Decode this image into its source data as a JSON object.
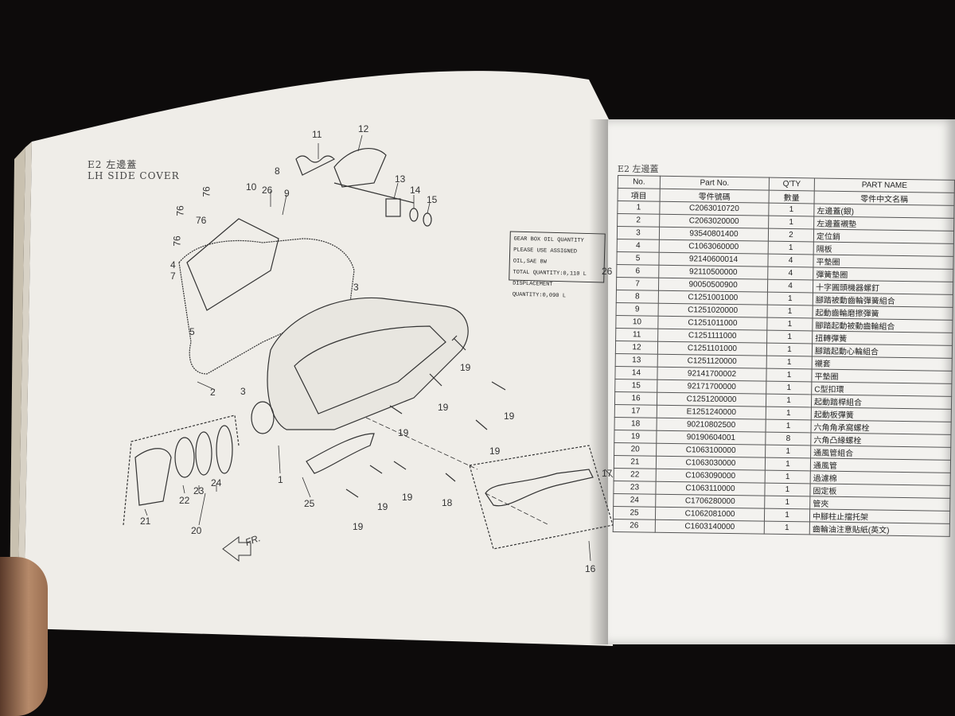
{
  "left_page": {
    "title_zh": "E2 左邊蓋",
    "title_en": "LH SIDE COVER",
    "fr_arrow_label": "FR.",
    "callouts": [
      "1",
      "2",
      "3",
      "3",
      "4",
      "5",
      "7",
      "8",
      "9",
      "10",
      "11",
      "12",
      "13",
      "14",
      "15",
      "16",
      "17",
      "18",
      "19",
      "19",
      "19",
      "19",
      "19",
      "19",
      "19",
      "19",
      "20",
      "21",
      "22",
      "23",
      "24",
      "25",
      "26",
      "76",
      "76",
      "76",
      "76"
    ],
    "label_box": {
      "lines": [
        "GEAR BOX OIL QUANTITY",
        "PLEASE USE ASSIGNED OIL,SAE 8W",
        "TOTAL QUANTITY:0,110 L",
        "DISPLACEMENT QUANTITY:0,090 L"
      ]
    }
  },
  "right_page": {
    "title": "E2 左邊蓋",
    "headers_en": [
      "No.",
      "Part No.",
      "Q'TY",
      "PART NAME"
    ],
    "headers_zh": [
      "項目",
      "零件號碼",
      "數量",
      "零件中文名稱"
    ],
    "rows": [
      [
        "1",
        "C2063010720",
        "1",
        "左邊蓋(銀)"
      ],
      [
        "2",
        "C2063020000",
        "1",
        "左邊蓋襯墊"
      ],
      [
        "3",
        "93540801400",
        "2",
        "定位銷"
      ],
      [
        "4",
        "C1063060000",
        "1",
        "隔板"
      ],
      [
        "5",
        "92140600014",
        "4",
        "平墊圈"
      ],
      [
        "6",
        "92110500000",
        "4",
        "彈簧墊圈"
      ],
      [
        "7",
        "90050500900",
        "4",
        "十字圓頭機器螺釘"
      ],
      [
        "8",
        "C1251001000",
        "1",
        "腳踏被動齒輪彈簧組合"
      ],
      [
        "9",
        "C1251020000",
        "1",
        "起動齒輪磨擦彈簧"
      ],
      [
        "10",
        "C1251011000",
        "1",
        "腳踏起動被動齒輪組合"
      ],
      [
        "11",
        "C1251111000",
        "1",
        "扭轉彈簧"
      ],
      [
        "12",
        "C1251101000",
        "1",
        "腳踏起動心輪組合"
      ],
      [
        "13",
        "C1251120000",
        "1",
        "襯套"
      ],
      [
        "14",
        "92141700002",
        "1",
        "平墊圈"
      ],
      [
        "15",
        "92171700000",
        "1",
        "C型扣環"
      ],
      [
        "16",
        "C1251200000",
        "1",
        "起動踏桿組合"
      ],
      [
        "17",
        "E1251240000",
        "1",
        "起動板彈簧"
      ],
      [
        "18",
        "90210802500",
        "1",
        "六角角承窩螺栓"
      ],
      [
        "19",
        "90190604001",
        "8",
        "六角凸緣螺栓"
      ],
      [
        "20",
        "C1063100000",
        "1",
        "通風管組合"
      ],
      [
        "21",
        "C1063030000",
        "1",
        "通風管"
      ],
      [
        "22",
        "C1063090000",
        "1",
        "過濾棉"
      ],
      [
        "23",
        "C1063110000",
        "1",
        "固定板"
      ],
      [
        "24",
        "C1706280000",
        "1",
        "管夾"
      ],
      [
        "25",
        "C1062081000",
        "1",
        "中腳柱止擋托架"
      ],
      [
        "26",
        "C1603140000",
        "1",
        "齒輪油注意貼紙(英文)"
      ]
    ]
  }
}
